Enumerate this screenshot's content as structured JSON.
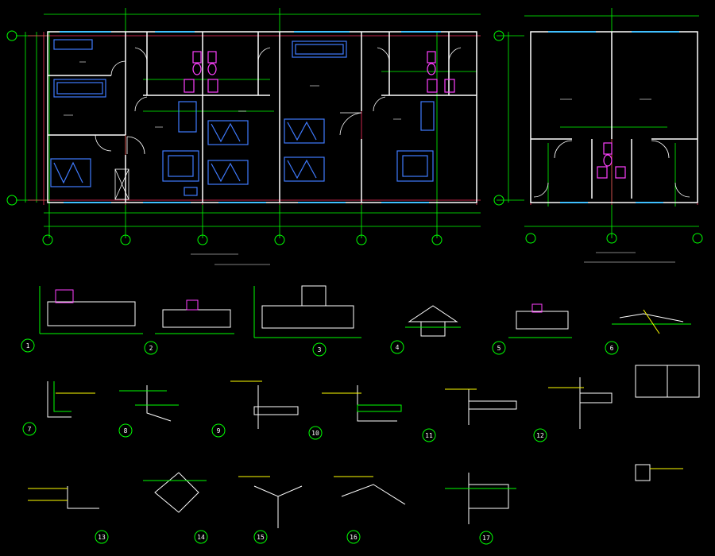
{
  "colors": {
    "background": "#000000",
    "wall": "#ffffff",
    "axis": "#ff3060",
    "dimension": "#00ff00",
    "furniture": "#3f7bff",
    "fixture": "#ff40ff",
    "window": "#40c0ff",
    "text": "#ffffff",
    "leader": "#ffff00"
  },
  "detail_numbers": [
    "1",
    "2",
    "3",
    "4",
    "5",
    "6",
    "7",
    "8",
    "9",
    "10",
    "11",
    "12",
    "13",
    "14",
    "15",
    "16",
    "17"
  ],
  "main_plan_axes": [
    "",
    "",
    "",
    "",
    "",
    ""
  ],
  "right_plan_axes": [
    "",
    "",
    ""
  ]
}
